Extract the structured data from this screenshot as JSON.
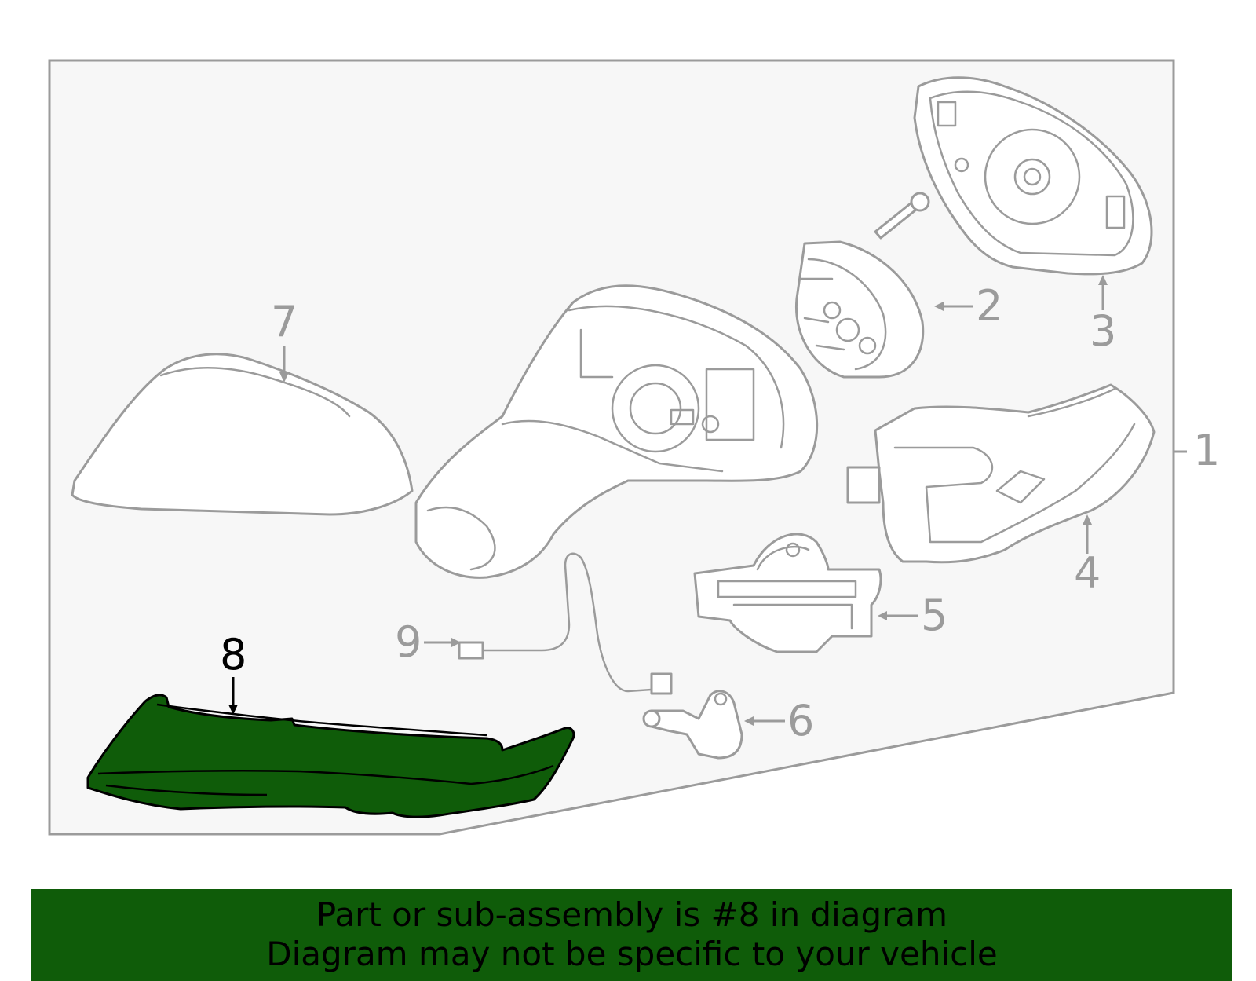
{
  "diagram": {
    "highlight_color": "#0f5c09",
    "line_color": "#9b9b9b",
    "highlighted_part": "8",
    "callouts": [
      {
        "id": "1",
        "label": "1"
      },
      {
        "id": "2",
        "label": "2"
      },
      {
        "id": "3",
        "label": "3"
      },
      {
        "id": "4",
        "label": "4"
      },
      {
        "id": "5",
        "label": "5"
      },
      {
        "id": "6",
        "label": "6"
      },
      {
        "id": "7",
        "label": "7"
      },
      {
        "id": "8",
        "label": "8"
      },
      {
        "id": "9",
        "label": "9"
      }
    ]
  },
  "banner": {
    "line1": "Part or sub-assembly is #8 in diagram",
    "line2": "Diagram may not be specific to your vehicle",
    "background": "#0f5c09"
  }
}
